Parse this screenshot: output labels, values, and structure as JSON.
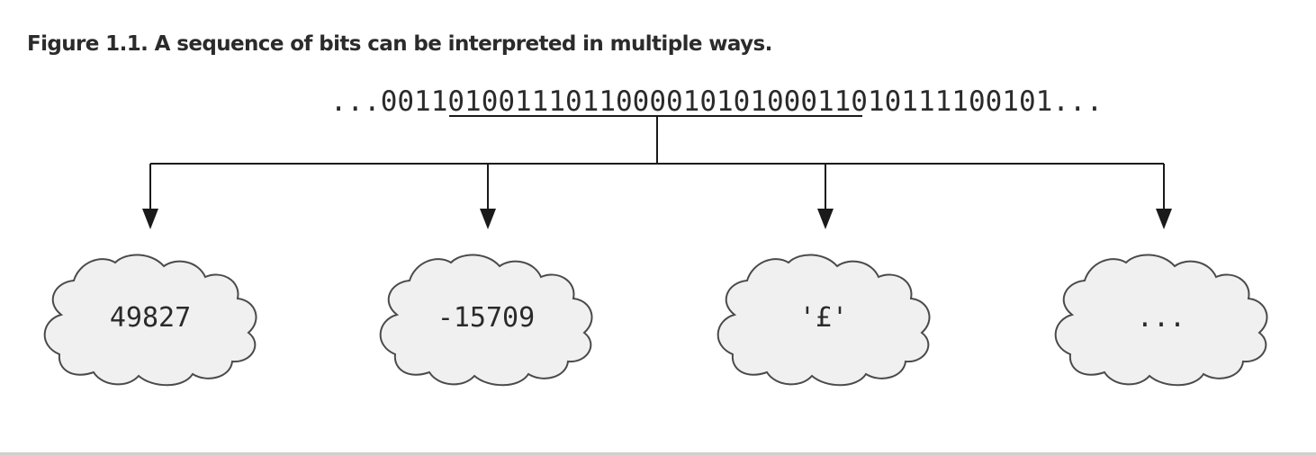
{
  "figure": {
    "caption": "Figure 1.1. A sequence of bits can be interpreted in multiple ways.",
    "bits_prefix": "...0011010011",
    "bits_highlighted": "1011000010101000110",
    "bits_suffix": "10111100101...",
    "interpretations": [
      {
        "label": "49827"
      },
      {
        "label": "-15709"
      },
      {
        "label": "'£'"
      },
      {
        "label": "..."
      }
    ]
  }
}
